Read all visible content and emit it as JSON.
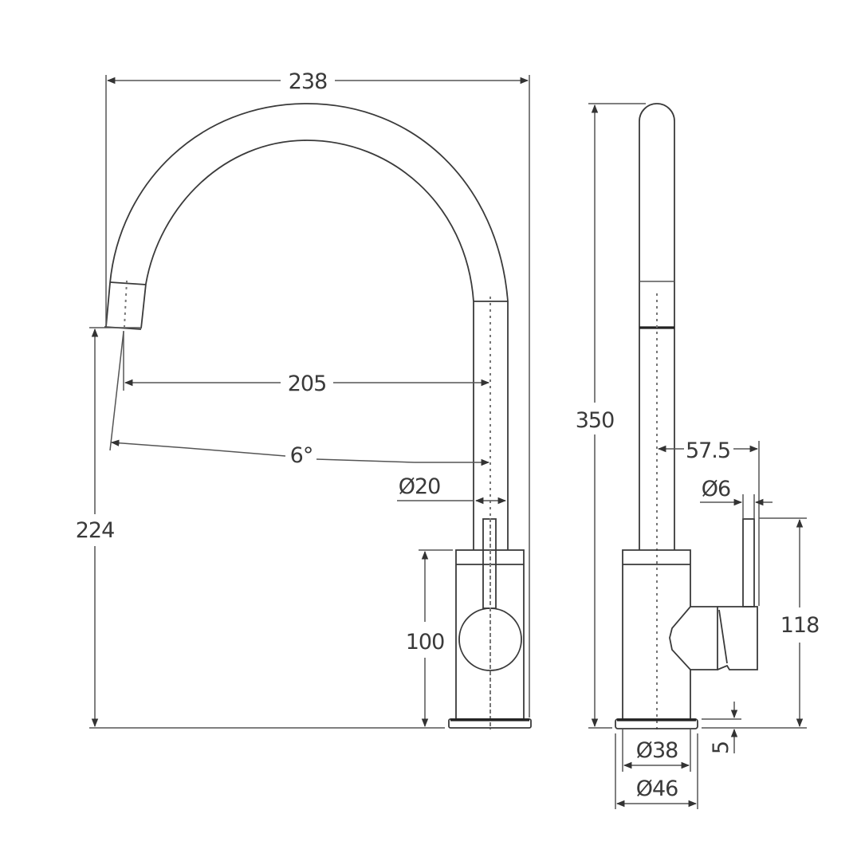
{
  "drawing": {
    "subject": "Kitchen mixer tap technical dimension drawing",
    "views": [
      "front",
      "side"
    ],
    "line_color": "#3a3a3a",
    "background": "#ffffff"
  },
  "front_view": {
    "dimensions": {
      "overall_width": "238",
      "spout_reach": "205",
      "spout_angle": "6°",
      "spout_diameter": "Ø20",
      "spout_outlet_height": "224",
      "body_height": "100"
    }
  },
  "side_view": {
    "dimensions": {
      "overall_height": "350",
      "handle_offset": "57.5",
      "handle_diameter": "Ø6",
      "handle_height": "118",
      "base_diameter": "Ø38",
      "flange_diameter": "Ø46",
      "flange_thickness": "5"
    }
  }
}
